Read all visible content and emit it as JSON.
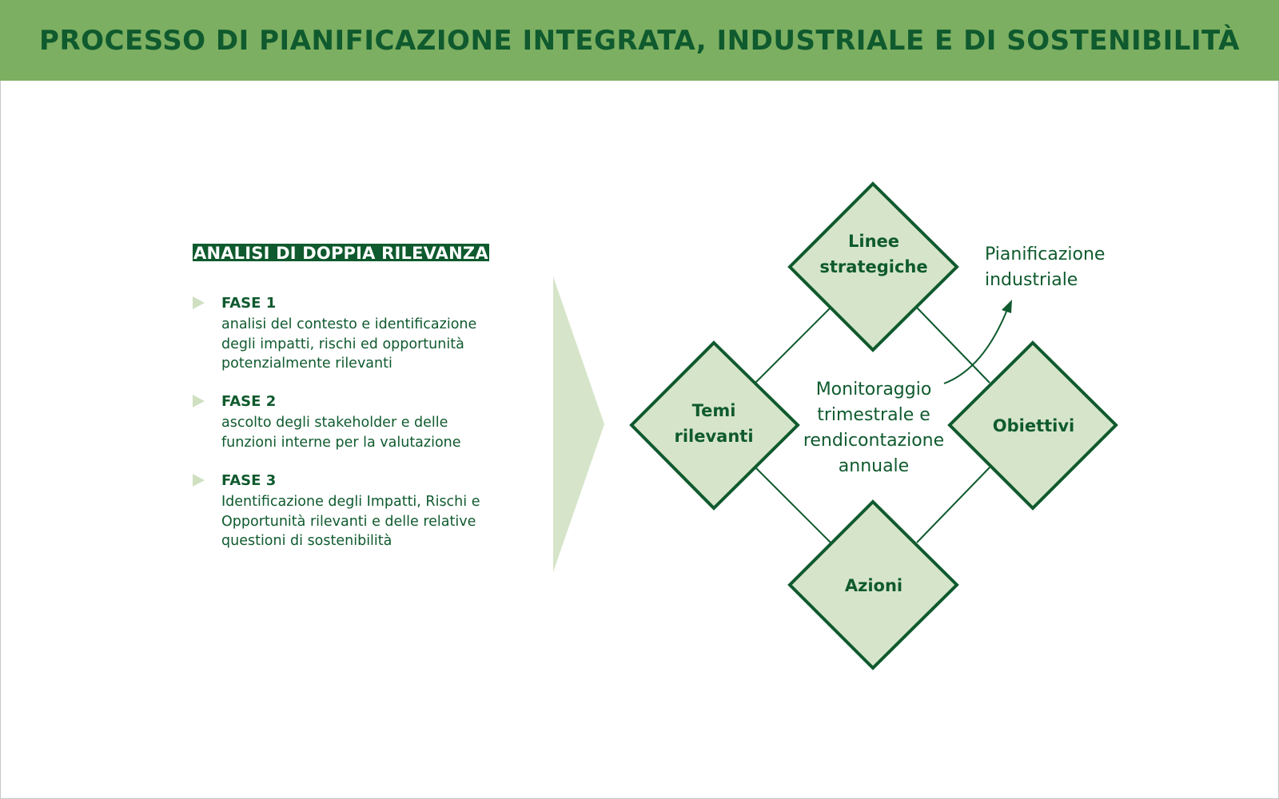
{
  "header": {
    "title": "PROCESSO DI PIANIFICAZIONE INTEGRATA, INDUSTRIALE E DI SOSTENIBILITÀ"
  },
  "analysis": {
    "heading": "ANALISI DI DOPPIA RILEVANZA",
    "phases": [
      {
        "title": "FASE 1",
        "lines": [
          "analisi del contesto e identificazione",
          "degli impatti, rischi ed opportunità",
          "potenzialmente rilevanti"
        ]
      },
      {
        "title": "FASE 2",
        "lines": [
          "ascolto degli stakeholder e delle",
          "funzioni interne per la valutazione"
        ]
      },
      {
        "title": "FASE 3",
        "lines": [
          "Identificazione degli Impatti, Rischi e",
          "Opportunità rilevanti e delle relative",
          "questioni di sostenibilità"
        ]
      }
    ]
  },
  "diagram": {
    "nodes": {
      "top": [
        "Linee",
        "strategiche"
      ],
      "left": [
        "Temi",
        "rilevanti"
      ],
      "right": [
        "Obiettivi"
      ],
      "bottom": [
        "Azioni"
      ]
    },
    "center": [
      "Monitoraggio",
      "trimestrale e",
      "rendicontazione",
      "annuale"
    ],
    "side_label": [
      "Pianificazione",
      "industriale"
    ]
  },
  "colors": {
    "header_bg": "#7caf61",
    "dark_green": "#0f5a2e",
    "light_green": "#d6e5c9",
    "bullet_green": "#cfe0c1"
  }
}
